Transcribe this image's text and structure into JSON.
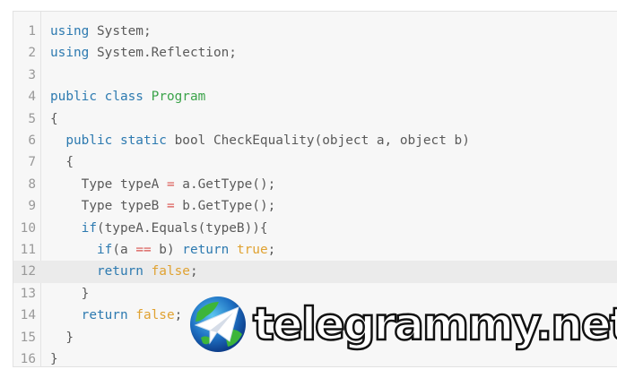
{
  "code": {
    "highlighted_line": 12,
    "lines": [
      {
        "n": "1",
        "tokens": [
          {
            "t": "using",
            "c": "kw"
          },
          {
            "t": " System;"
          }
        ]
      },
      {
        "n": "2",
        "tokens": [
          {
            "t": "using",
            "c": "kw"
          },
          {
            "t": " System.Reflection;"
          }
        ]
      },
      {
        "n": "3",
        "tokens": []
      },
      {
        "n": "4",
        "tokens": [
          {
            "t": "public",
            "c": "kw"
          },
          {
            "t": " "
          },
          {
            "t": "class",
            "c": "kw"
          },
          {
            "t": " "
          },
          {
            "t": "Program",
            "c": "cls"
          }
        ]
      },
      {
        "n": "5",
        "tokens": [
          {
            "t": "{"
          }
        ]
      },
      {
        "n": "6",
        "tokens": [
          {
            "t": "  "
          },
          {
            "t": "public",
            "c": "kw"
          },
          {
            "t": " "
          },
          {
            "t": "static",
            "c": "kw"
          },
          {
            "t": " bool CheckEquality(object a, object b)"
          }
        ]
      },
      {
        "n": "7",
        "tokens": [
          {
            "t": "  {"
          }
        ]
      },
      {
        "n": "8",
        "tokens": [
          {
            "t": "    Type typeA "
          },
          {
            "t": "=",
            "c": "op"
          },
          {
            "t": " a.GetType();"
          }
        ]
      },
      {
        "n": "9",
        "tokens": [
          {
            "t": "    Type typeB "
          },
          {
            "t": "=",
            "c": "op"
          },
          {
            "t": " b.GetType();"
          }
        ]
      },
      {
        "n": "10",
        "tokens": [
          {
            "t": "    "
          },
          {
            "t": "if",
            "c": "kw"
          },
          {
            "t": "(typeA.Equals(typeB)){"
          }
        ]
      },
      {
        "n": "11",
        "tokens": [
          {
            "t": "      "
          },
          {
            "t": "if",
            "c": "kw"
          },
          {
            "t": "(a "
          },
          {
            "t": "==",
            "c": "op"
          },
          {
            "t": " b) "
          },
          {
            "t": "return",
            "c": "kw"
          },
          {
            "t": " "
          },
          {
            "t": "true",
            "c": "lit"
          },
          {
            "t": ";"
          }
        ]
      },
      {
        "n": "12",
        "tokens": [
          {
            "t": "      "
          },
          {
            "t": "return",
            "c": "kw"
          },
          {
            "t": " "
          },
          {
            "t": "false",
            "c": "lit"
          },
          {
            "t": ";"
          }
        ]
      },
      {
        "n": "13",
        "tokens": [
          {
            "t": "    }"
          }
        ]
      },
      {
        "n": "14",
        "tokens": [
          {
            "t": "    "
          },
          {
            "t": "return",
            "c": "kw"
          },
          {
            "t": " "
          },
          {
            "t": "false",
            "c": "lit"
          },
          {
            "t": ";"
          }
        ]
      },
      {
        "n": "15",
        "tokens": [
          {
            "t": "  }"
          }
        ]
      },
      {
        "n": "16",
        "tokens": [
          {
            "t": "}"
          }
        ]
      }
    ]
  },
  "watermark": {
    "text": "telegrammy.net",
    "icon": "telegram-globe-icon"
  }
}
